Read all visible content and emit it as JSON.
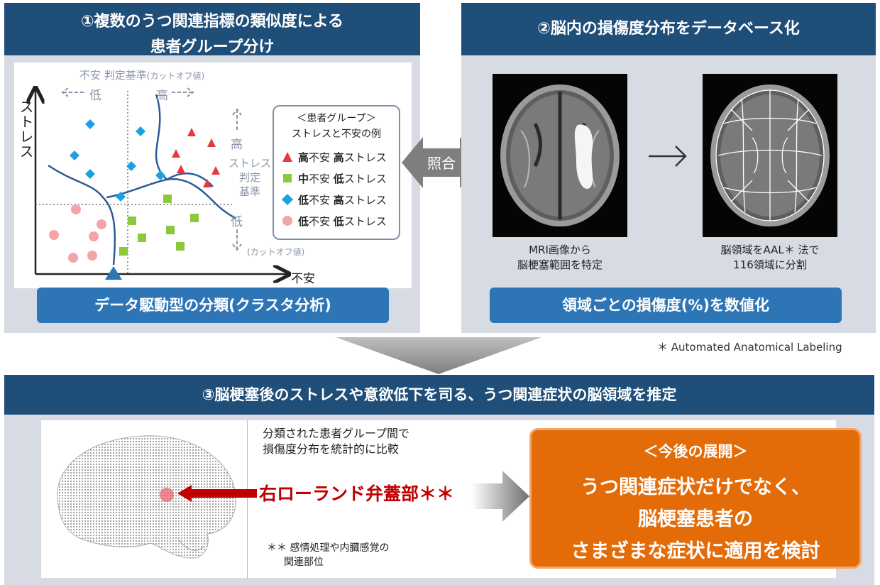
{
  "panel1": {
    "header_line1": "①複数のうつ関連指標の類似度による",
    "header_line2": "患者グループ分け",
    "cutoff_label": "不安 判定基準",
    "cutoff_sub": "(カットオフ値)",
    "low_anxiety": "低",
    "high_anxiety": "高",
    "y_axis": "ストレス",
    "x_axis": "不安",
    "stress_high": "高",
    "stress_criteria": [
      "ストレス",
      "判定",
      "基準"
    ],
    "stress_low": "低",
    "stress_cutoff": "(カットオフ値)",
    "legend_title": "＜患者グループ＞",
    "legend_sub": "ストレスと不安の例",
    "legend_items": [
      {
        "shape": "triangle",
        "color": "#e8383d",
        "a": "高",
        "b": "不安 ",
        "c": "高",
        "d": "ストレス"
      },
      {
        "shape": "square",
        "color": "#8dc63f",
        "a": "中",
        "b": "不安 ",
        "c": "低",
        "d": "ストレス"
      },
      {
        "shape": "diamond",
        "color": "#1ba1e2",
        "a": "低",
        "b": "不安 ",
        "c": "高",
        "d": "ストレス"
      },
      {
        "shape": "circle",
        "color": "#f4a3a8",
        "a": "低",
        "b": "不安 ",
        "c": "低",
        "d": "ストレス"
      }
    ],
    "bottom_label": "データ駆動型の分類(クラスタ分析)"
  },
  "match_label": "照合",
  "panel2": {
    "header": "②脳内の損傷度分布をデータベース化",
    "caption1_line1": "MRI画像から",
    "caption1_line2": "脳梗塞範囲を特定",
    "caption2_line1": "脳領域をAAL＊ 法で",
    "caption2_line2": "116領域に分割",
    "bottom_label": "領域ごとの損傷度(%)を数値化"
  },
  "footnote_aal": "＊ Automated Anatomical Labeling",
  "panel3": {
    "header": "③脳梗塞後のストレスや意欲低下を司る、うつ関連症状の脳領域を推定",
    "compare_line1": "分類された患者グループ間で",
    "compare_line2": "損傷度分布を統計的に比較",
    "result": "右ローランド弁蓋部＊＊",
    "footnote_line1": "＊＊ 感情処理や内臓感覚の",
    "footnote_line2": "関連部位",
    "future_title": "＜今後の展開＞",
    "future_line1": "うつ関連症状だけでなく、",
    "future_line2": "脳梗塞患者の",
    "future_line3": "さまざまな症状に適用を検討"
  },
  "colors": {
    "header": "#1f4e79",
    "accent": "#2e75b6",
    "orange": "#e36c09",
    "red": "#c00000"
  }
}
